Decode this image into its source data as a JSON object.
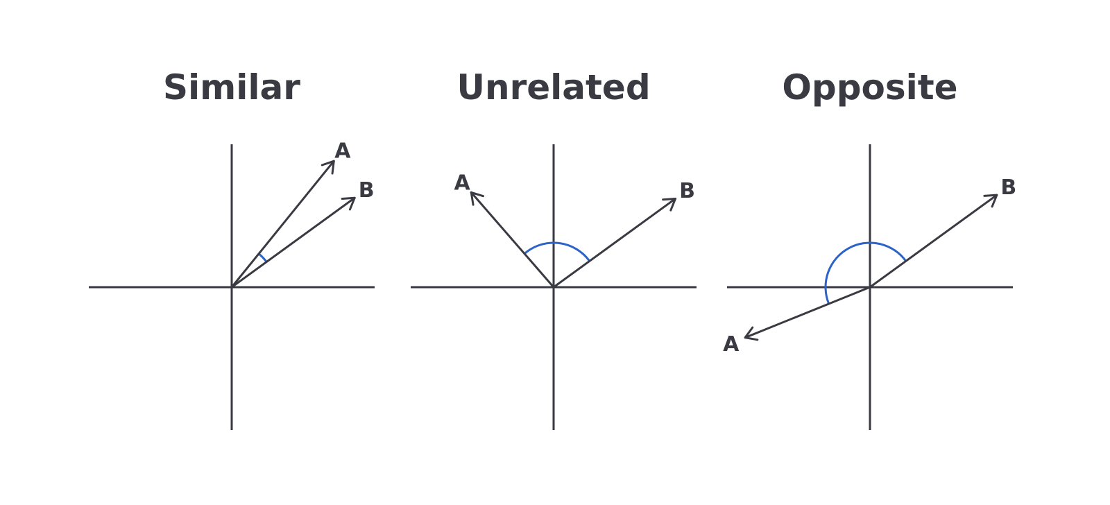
{
  "colors": {
    "ink": "#3a3a42",
    "angle_arc": "#2b63c9",
    "background": "#ffffff"
  },
  "panels": [
    {
      "id": "similar",
      "title": "Similar",
      "vectors": [
        {
          "label": "A",
          "angle_deg": 51
        },
        {
          "label": "B",
          "angle_deg": 36
        }
      ],
      "arc": {
        "from_deg": 36,
        "to_deg": 51
      }
    },
    {
      "id": "unrelated",
      "title": "Unrelated",
      "vectors": [
        {
          "label": "A",
          "angle_deg": 131
        },
        {
          "label": "B",
          "angle_deg": 36
        }
      ],
      "arc": {
        "from_deg": 36,
        "to_deg": 131
      }
    },
    {
      "id": "opposite",
      "title": "Opposite",
      "vectors": [
        {
          "label": "A",
          "angle_deg": 202
        },
        {
          "label": "B",
          "angle_deg": 36
        }
      ],
      "arc": {
        "from_deg": 36,
        "to_deg": 202
      }
    }
  ]
}
